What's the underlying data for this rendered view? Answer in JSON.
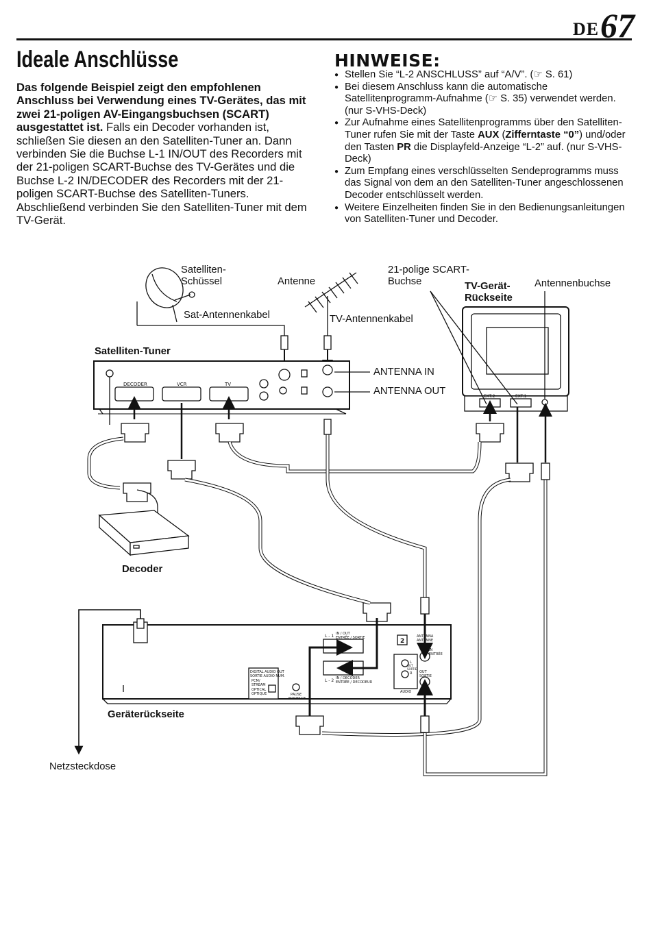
{
  "header": {
    "lang": "DE",
    "page": "67"
  },
  "title": "Ideale Anschlüsse",
  "intro": {
    "lead": "Das folgende Beispiel zeigt den empfohlenen Anschluss bei Verwendung eines TV-Gerätes, das mit zwei 21-poligen AV-Eingangsbuchsen (SCART) ausgestattet ist.",
    "body": "Falls ein Decoder vorhanden ist, schließen Sie diesen an den Satelliten-Tuner an. Dann verbinden Sie die Buchse L-1 IN/OUT des Recorders mit der 21-poligen SCART-Buchse des TV-Gerätes und die Buchse L-2 IN/DECODER des Recorders mit der 21-poligen SCART-Buchse des Satelliten-Tuners. Abschließend verbinden Sie den Satelliten-Tuner mit dem TV-Gerät."
  },
  "notes": {
    "title": "HINWEISE:",
    "n1": {
      "a": "Stellen Sie “L-2 ANSCHLUSS” auf “A/V”. (",
      "ref_icon": "pointing-hand-icon",
      "b": " S. 61)"
    },
    "n2": {
      "a": "Bei diesem Anschluss kann die automatische Satellitenprogramm-Aufnahme (",
      "b": " S. 35) verwendet werden. (nur S-VHS-Deck)"
    },
    "n3": {
      "a": "Zur Aufnahme eines Satellitenprogramms über den Satelliten-Tuner rufen Sie mit der Taste ",
      "aux": "AUX",
      "c": " (",
      "key": "Zifferntaste “0”",
      "d": ") und/oder den Tasten ",
      "pr": "PR",
      "e": " die Displayfeld-Anzeige “L-2” auf. (nur S-VHS-Deck)"
    },
    "n4": "Zum Empfang eines verschlüsselten Sendeprogramms muss das Signal von dem an den Satelliten-Tuner angeschlossenen Decoder entschlüsselt werden.",
    "n5": "Weitere Einzelheiten finden Sie in den Bedienungsanleitungen von Satelliten-Tuner und Decoder."
  },
  "diagram": {
    "dish_line1": "Satelliten-",
    "dish_line2": "Schüssel",
    "antenna": "Antenne",
    "scart_line1": "21-polige SCART-",
    "scart_line2": "Buchse",
    "tv_back_line1": "TV-Gerät-",
    "tv_back_line2": "Rückseite",
    "antenna_socket": "Antennenbuchse",
    "sat_cable": "Sat-Antennenkabel",
    "tv_cable": "TV-Antennenkabel",
    "sat_tuner": "Satelliten-Tuner",
    "antenna_in": "ANTENNA IN",
    "antenna_out": "ANTENNA OUT",
    "decoder": "Decoder",
    "rear": "Geräterückseite",
    "outlet": "Netzsteckdose",
    "tuner_decoder": "DECODER",
    "tuner_vcr": "VCR",
    "tuner_tv": "TV",
    "tv_ext2": "EXT.2",
    "tv_ext1": "EXT.1",
    "vcr_l1_tag": "L - 1",
    "vcr_l1_a": "IN / OUT",
    "vcr_l1_b": "ENTRÉE / SORTIE",
    "vcr_l2_tag": "L - 2",
    "vcr_l2_a": "IN / DECODER",
    "vcr_l2_b": "ENTRÉE / DECODEUR",
    "vcr_digital_1": "DIGITAL AUDIO OUT",
    "vcr_digital_2": "SORTIE AUDIO NUM.",
    "vcr_pcm": "PCM/",
    "vcr_stream": "STREAM",
    "vcr_optical_1": "OPTICAL",
    "vcr_optical_2": "OPTIQUE",
    "vcr_pause_1": "PAUSE",
    "vcr_pause_2": "MONTAGE",
    "vcr_ant_1": "ANTENNA",
    "vcr_ant_2": "ANTENNE",
    "vcr_ant_in": "IN",
    "vcr_ant_in2": "ENTRÉE",
    "vcr_ant_out": "OUT",
    "vcr_ant_out2": "SORTIE",
    "vcr_audio": "AUDIO",
    "vcr_l": "L",
    "vcr_r": "R",
    "vcr_out": "OUT",
    "vcr_sortie": "SORTIE",
    "vcr_badge": "2"
  }
}
